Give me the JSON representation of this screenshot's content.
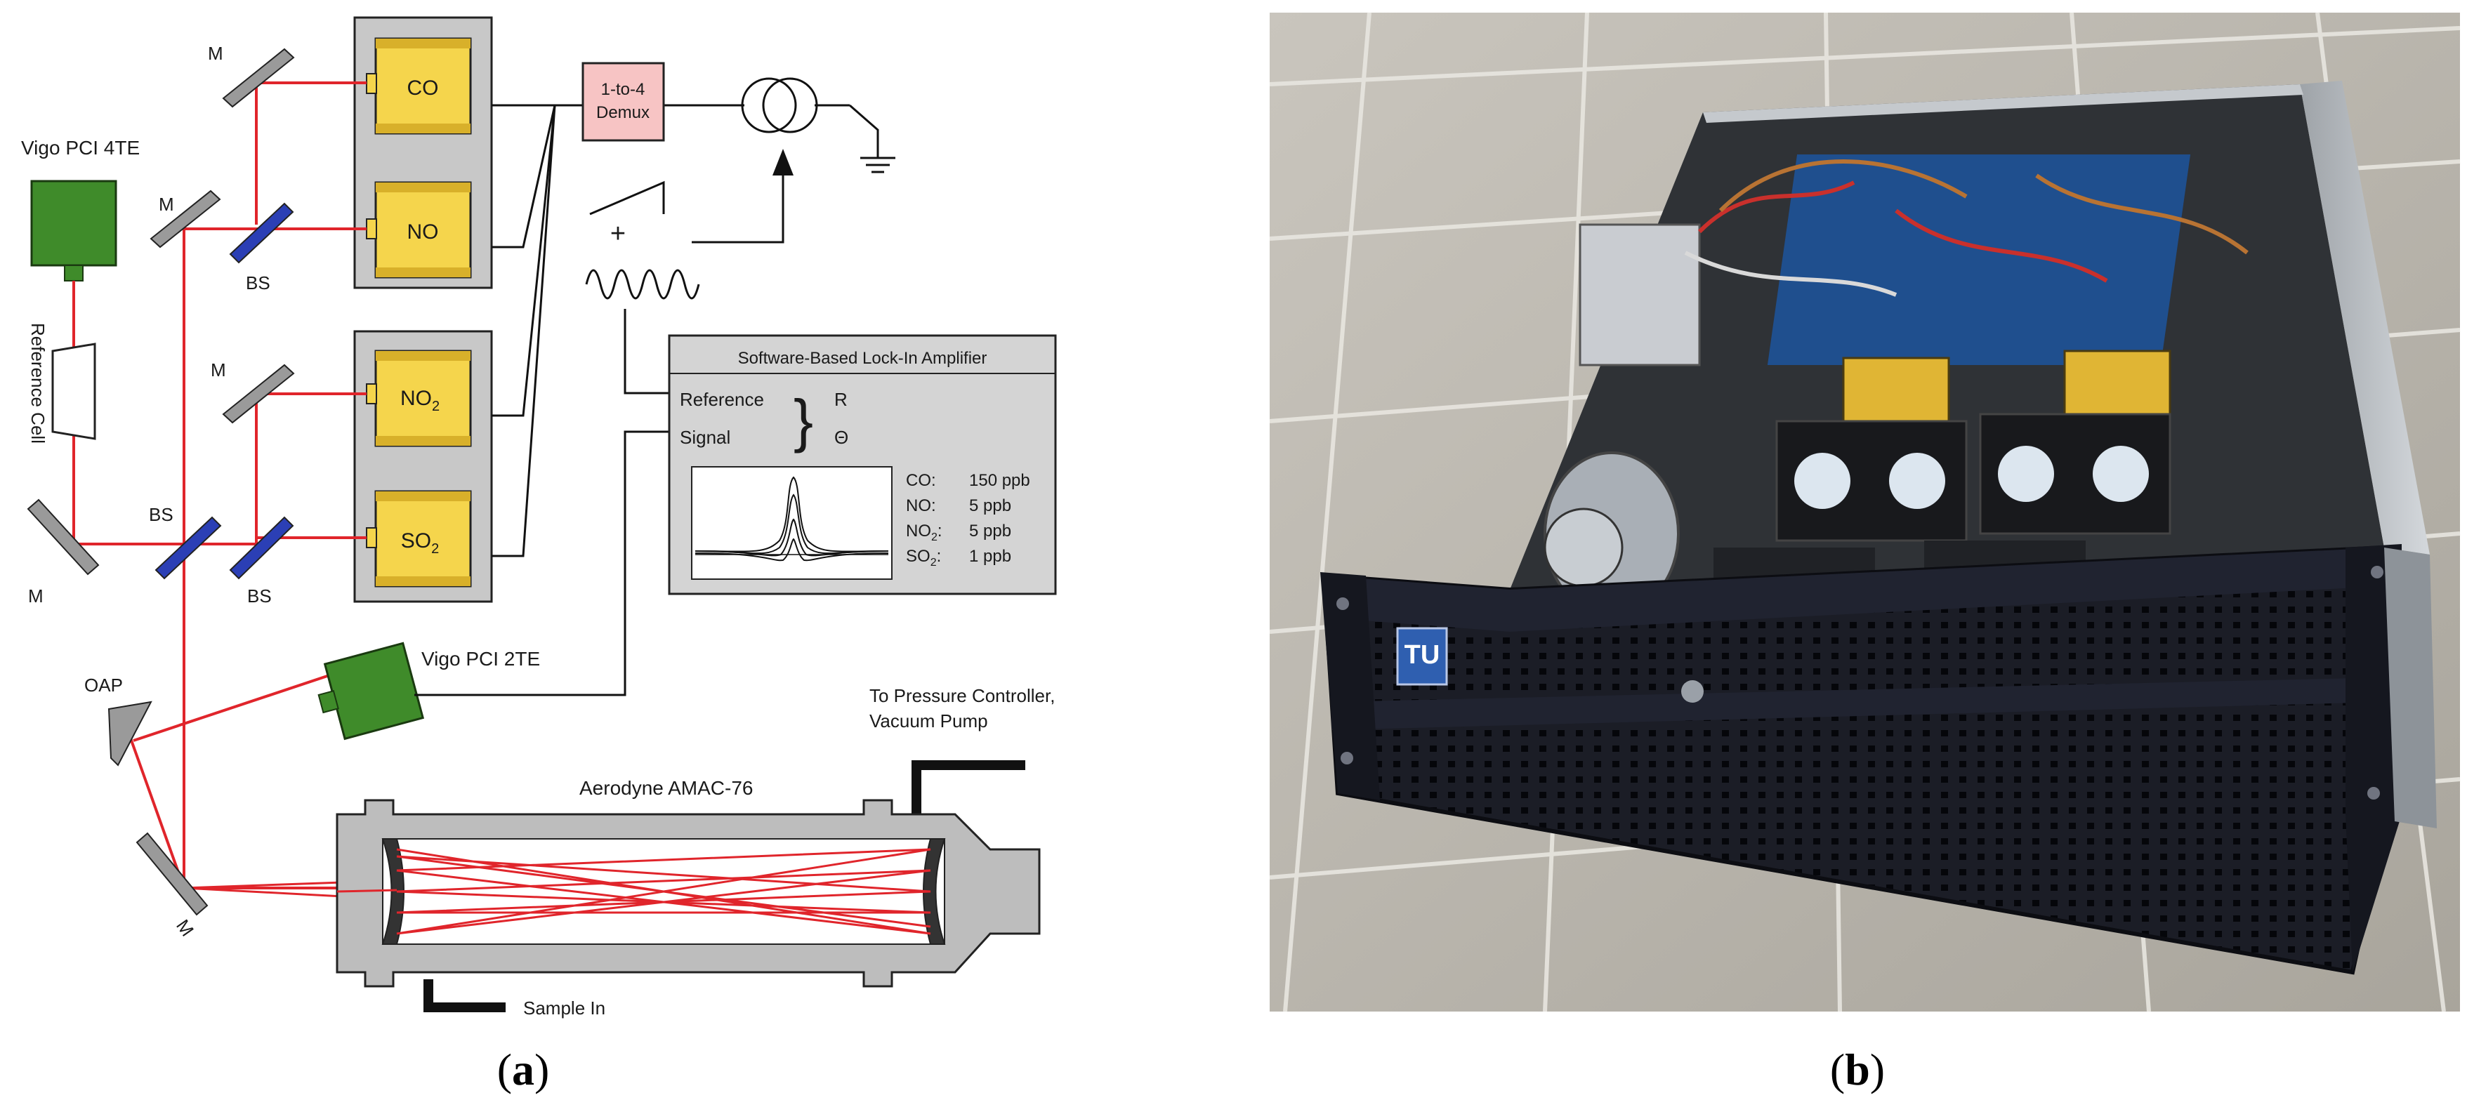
{
  "panel_a": {
    "caption_open": "(",
    "caption_letter": "a",
    "caption_close": ")",
    "detector_4te": "Vigo PCI 4TE",
    "reference_cell": "Reference Cell",
    "mirror": "M",
    "beam_splitter": "BS",
    "oap": "OAP",
    "lasers": [
      "CO",
      "NO",
      "NO",
      "SO"
    ],
    "laser_subscripts": [
      "",
      "",
      "2",
      "2"
    ],
    "demux_line1": "1-to-4",
    "demux_line2": "Demux",
    "plus": "+",
    "lockin_title": "Software-Based Lock-In Amplifier",
    "lockin_reference": "Reference",
    "lockin_signal": "Signal",
    "lockin_r": "R",
    "lockin_theta": "Θ",
    "lockin_brace": "}",
    "detection_limits": [
      {
        "gas": "CO",
        "sub": "",
        "value": "150 ppb"
      },
      {
        "gas": "NO",
        "sub": "",
        "value": "5 ppb"
      },
      {
        "gas": "NO",
        "sub": "2",
        "value": "5 ppb"
      },
      {
        "gas": "SO",
        "sub": "2",
        "value": "1 ppb"
      }
    ],
    "detector_2te": "Vigo PCI 2TE",
    "pressure_line1": "To Pressure Controller,",
    "pressure_line2": "Vacuum Pump",
    "cell_name": "Aerodyne AMAC-76",
    "sample_in": "Sample In"
  },
  "panel_b": {
    "caption_open": "(",
    "caption_letter": "b",
    "caption_close": ")",
    "logo": "TU"
  },
  "colors": {
    "beam": "#e0252b",
    "laser_box": "#f5d54c",
    "laser_box_dark": "#d8b02a",
    "enclosure": "#c8c8c8",
    "detector": "#3f8b2a",
    "demux": "#f7c4c4",
    "splitter": "#2b3fb5",
    "mirror": "#9a9a9a"
  }
}
